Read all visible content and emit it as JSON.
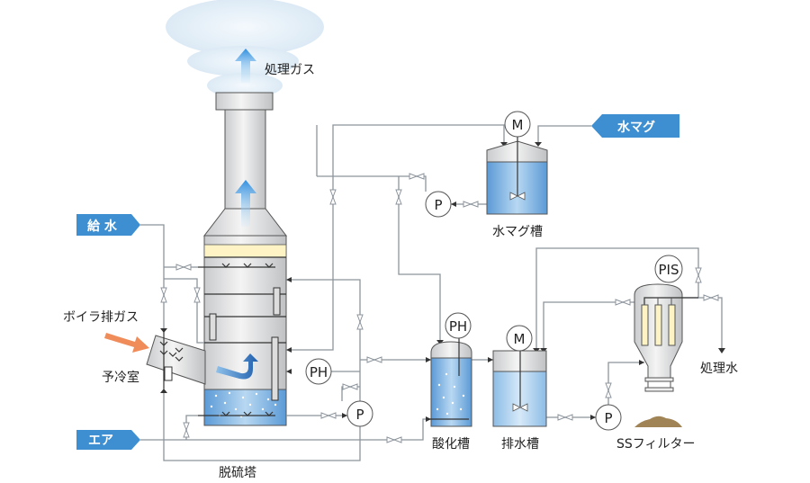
{
  "labels": {
    "treated_gas": "処理ガス",
    "feed_water": "給 水",
    "boiler_exhaust": "ボイラ排ガス",
    "precooler": "予冷室",
    "air": "エア",
    "desulfurization_tower": "脱硫塔",
    "mg_hydroxide": "水マグ",
    "mg_hydroxide_tank": "水マグ槽",
    "oxidation_tank": "酸化槽",
    "drain_tank": "排水槽",
    "ss_filter": "SSフィルター",
    "treated_water": "処理水"
  },
  "instruments": {
    "motor": "M",
    "pump": "P",
    "ph": "PH",
    "pis": "PIS"
  },
  "colors": {
    "tag_blue": "#3d8fd1",
    "water_blue": "#6ea8dc",
    "gas_arrow": "#2f8fe0",
    "exhaust_arrow": "#f08c5a",
    "packing_yellow": "#fdf3c4",
    "pipe_gray": "#8c949c"
  }
}
